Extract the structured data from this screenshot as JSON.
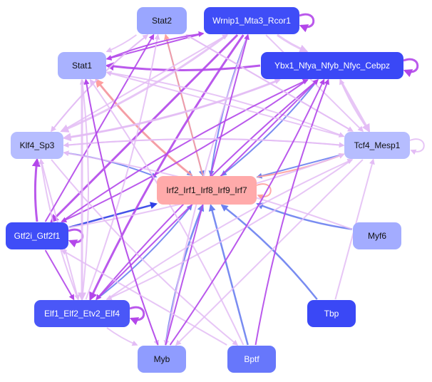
{
  "colors": {
    "violet": "#b347ea",
    "lilac": "#e3bcf5",
    "blue": "#6a7ff0",
    "salmon": "#ff9f9f",
    "deep_blue": "#2f3fe6"
  },
  "nodes": [
    {
      "id": "stat2",
      "label": "Stat2",
      "fill": "#9aa6ff",
      "text": "#111111"
    },
    {
      "id": "wrnip1",
      "label": "Wrnip1_Mta3_Rcor1",
      "fill": "#3f4df7",
      "text": "#ffffff"
    },
    {
      "id": "stat1",
      "label": "Stat1",
      "fill": "#a9b2ff",
      "text": "#111111"
    },
    {
      "id": "ybx1",
      "label": "Ybx1_Nfya_Nfyb_Nfyc_Cebpz",
      "fill": "#3a48f6",
      "text": "#ffffff"
    },
    {
      "id": "klf4",
      "label": "Klf4_Sp3",
      "fill": "#b6bdff",
      "text": "#111111"
    },
    {
      "id": "tcf4",
      "label": "Tcf4_Mesp1",
      "fill": "#b6bdff",
      "text": "#111111"
    },
    {
      "id": "irf",
      "label": "Irf2_Irf1_Irf8_Irf9_Irf7",
      "fill": "#ffaaaa",
      "text": "#111111"
    },
    {
      "id": "gtf2i",
      "label": "Gtf2i_Gtf2f1",
      "fill": "#3f4df7",
      "text": "#ffffff"
    },
    {
      "id": "myf6",
      "label": "Myf6",
      "fill": "#a3acff",
      "text": "#111111"
    },
    {
      "id": "elf1",
      "label": "Elf1_Elf2_Etv2_Elf4",
      "fill": "#4a57f7",
      "text": "#ffffff"
    },
    {
      "id": "tbp",
      "label": "Tbp",
      "fill": "#3a48f6",
      "text": "#ffffff"
    },
    {
      "id": "myb",
      "label": "Myb",
      "fill": "#8f9cff",
      "text": "#111111"
    },
    {
      "id": "bptf",
      "label": "Bptf",
      "fill": "#6777fb",
      "text": "#ffffff"
    }
  ],
  "edges": [
    {
      "from": "wrnip1",
      "to": "wrnip1",
      "color": "violet",
      "width": 3
    },
    {
      "from": "ybx1",
      "to": "ybx1",
      "color": "violet",
      "width": 3
    },
    {
      "from": "tcf4",
      "to": "tcf4",
      "color": "lilac",
      "width": 2
    },
    {
      "from": "irf",
      "to": "irf",
      "color": "salmon",
      "width": 2
    },
    {
      "from": "gtf2i",
      "to": "gtf2i",
      "color": "violet",
      "width": 3
    },
    {
      "from": "elf1",
      "to": "elf1",
      "color": "violet",
      "width": 3
    },
    {
      "from": "myb",
      "to": "irf",
      "color": "blue",
      "width": 2.5
    },
    {
      "from": "bptf",
      "to": "irf",
      "color": "blue",
      "width": 2.5
    },
    {
      "from": "tbp",
      "to": "irf",
      "color": "blue",
      "width": 2.5
    },
    {
      "from": "myf6",
      "to": "irf",
      "color": "blue",
      "width": 2.5
    },
    {
      "from": "gtf2i",
      "to": "irf",
      "color": "deep_blue",
      "width": 2.5
    },
    {
      "from": "elf1",
      "to": "irf",
      "color": "blue",
      "width": 2
    },
    {
      "from": "klf4",
      "to": "irf",
      "color": "blue",
      "width": 2
    },
    {
      "from": "stat2",
      "to": "irf",
      "color": "blue",
      "width": 2
    },
    {
      "from": "wrnip1",
      "to": "irf",
      "color": "blue",
      "width": 2
    },
    {
      "from": "ybx1",
      "to": "irf",
      "color": "blue",
      "width": 2
    },
    {
      "from": "tcf4",
      "to": "irf",
      "color": "blue",
      "width": 2
    },
    {
      "from": "stat1",
      "to": "irf",
      "color": "blue",
      "width": 2
    },
    {
      "from": "irf",
      "to": "stat1",
      "color": "salmon",
      "width": 3
    },
    {
      "from": "irf",
      "to": "stat2",
      "color": "salmon",
      "width": 2
    },
    {
      "from": "irf",
      "to": "tcf4",
      "color": "salmon",
      "width": 2
    },
    {
      "from": "ybx1",
      "to": "stat1",
      "color": "violet",
      "width": 3
    },
    {
      "from": "wrnip1",
      "to": "stat1",
      "color": "violet",
      "width": 2
    },
    {
      "from": "wrnip1",
      "to": "ybx1",
      "color": "lilac",
      "width": 3
    },
    {
      "from": "stat2",
      "to": "stat1",
      "color": "lilac",
      "width": 2
    },
    {
      "from": "wrnip1",
      "to": "gtf2i",
      "color": "violet",
      "width": 3
    },
    {
      "from": "wrnip1",
      "to": "elf1",
      "color": "violet",
      "width": 3
    },
    {
      "from": "wrnip1",
      "to": "klf4",
      "color": "lilac",
      "width": 3
    },
    {
      "from": "wrnip1",
      "to": "tcf4",
      "color": "lilac",
      "width": 2
    },
    {
      "from": "wrnip1",
      "to": "myb",
      "color": "lilac",
      "width": 2
    },
    {
      "from": "ybx1",
      "to": "klf4",
      "color": "lilac",
      "width": 3
    },
    {
      "from": "ybx1",
      "to": "tcf4",
      "color": "lilac",
      "width": 3
    },
    {
      "from": "ybx1",
      "to": "elf1",
      "color": "violet",
      "width": 2
    },
    {
      "from": "ybx1",
      "to": "gtf2i",
      "color": "violet",
      "width": 2
    },
    {
      "from": "stat2",
      "to": "tcf4",
      "color": "lilac",
      "width": 2
    },
    {
      "from": "stat2",
      "to": "klf4",
      "color": "lilac",
      "width": 2
    },
    {
      "from": "stat1",
      "to": "tcf4",
      "color": "lilac",
      "width": 2
    },
    {
      "from": "stat1",
      "to": "elf1",
      "color": "lilac",
      "width": 3
    },
    {
      "from": "stat1",
      "to": "myb",
      "color": "lilac",
      "width": 2
    },
    {
      "from": "klf4",
      "to": "stat2",
      "color": "lilac",
      "width": 2
    },
    {
      "from": "klf4",
      "to": "wrnip1",
      "color": "lilac",
      "width": 2
    },
    {
      "from": "klf4",
      "to": "ybx1",
      "color": "lilac",
      "width": 2
    },
    {
      "from": "klf4",
      "to": "tcf4",
      "color": "lilac",
      "width": 2
    },
    {
      "from": "klf4",
      "to": "elf1",
      "color": "lilac",
      "width": 2
    },
    {
      "from": "klf4",
      "to": "bptf",
      "color": "lilac",
      "width": 2
    },
    {
      "from": "gtf2i",
      "to": "klf4",
      "color": "violet",
      "width": 3
    },
    {
      "from": "gtf2i",
      "to": "stat2",
      "color": "violet",
      "width": 2
    },
    {
      "from": "gtf2i",
      "to": "tcf4",
      "color": "lilac",
      "width": 2
    },
    {
      "from": "gtf2i",
      "to": "ybx1",
      "color": "violet",
      "width": 2
    },
    {
      "from": "gtf2i",
      "to": "elf1",
      "color": "violet",
      "width": 2
    },
    {
      "from": "elf1",
      "to": "stat2",
      "color": "lilac",
      "width": 2
    },
    {
      "from": "elf1",
      "to": "tcf4",
      "color": "lilac",
      "width": 2
    },
    {
      "from": "elf1",
      "to": "ybx1",
      "color": "violet",
      "width": 2
    },
    {
      "from": "elf1",
      "to": "stat1",
      "color": "lilac",
      "width": 2
    },
    {
      "from": "elf1",
      "to": "klf4",
      "color": "lilac",
      "width": 2
    },
    {
      "from": "tcf4",
      "to": "stat2",
      "color": "lilac",
      "width": 2
    },
    {
      "from": "tcf4",
      "to": "klf4",
      "color": "lilac",
      "width": 2
    },
    {
      "from": "tcf4",
      "to": "elf1",
      "color": "lilac",
      "width": 2
    },
    {
      "from": "tcf4",
      "to": "myb",
      "color": "lilac",
      "width": 2
    },
    {
      "from": "myf6",
      "to": "klf4",
      "color": "lilac",
      "width": 2
    },
    {
      "from": "myb",
      "to": "stat1",
      "color": "violet",
      "width": 2
    },
    {
      "from": "myb",
      "to": "wrnip1",
      "color": "violet",
      "width": 2
    },
    {
      "from": "bptf",
      "to": "stat1",
      "color": "lilac",
      "width": 2
    },
    {
      "from": "bptf",
      "to": "ybx1",
      "color": "violet",
      "width": 2
    },
    {
      "from": "bptf",
      "to": "gtf2i",
      "color": "lilac",
      "width": 2
    },
    {
      "from": "myb",
      "to": "ybx1",
      "color": "violet",
      "width": 2
    },
    {
      "from": "stat1",
      "to": "wrnip1",
      "color": "violet",
      "width": 2
    },
    {
      "from": "tbp",
      "to": "tcf4",
      "color": "lilac",
      "width": 2
    },
    {
      "from": "elf1",
      "to": "myb",
      "color": "lilac",
      "width": 2
    },
    {
      "from": "tcf4",
      "to": "ybx1",
      "color": "lilac",
      "width": 2
    },
    {
      "from": "tcf4",
      "to": "stat1",
      "color": "lilac",
      "width": 2
    }
  ]
}
